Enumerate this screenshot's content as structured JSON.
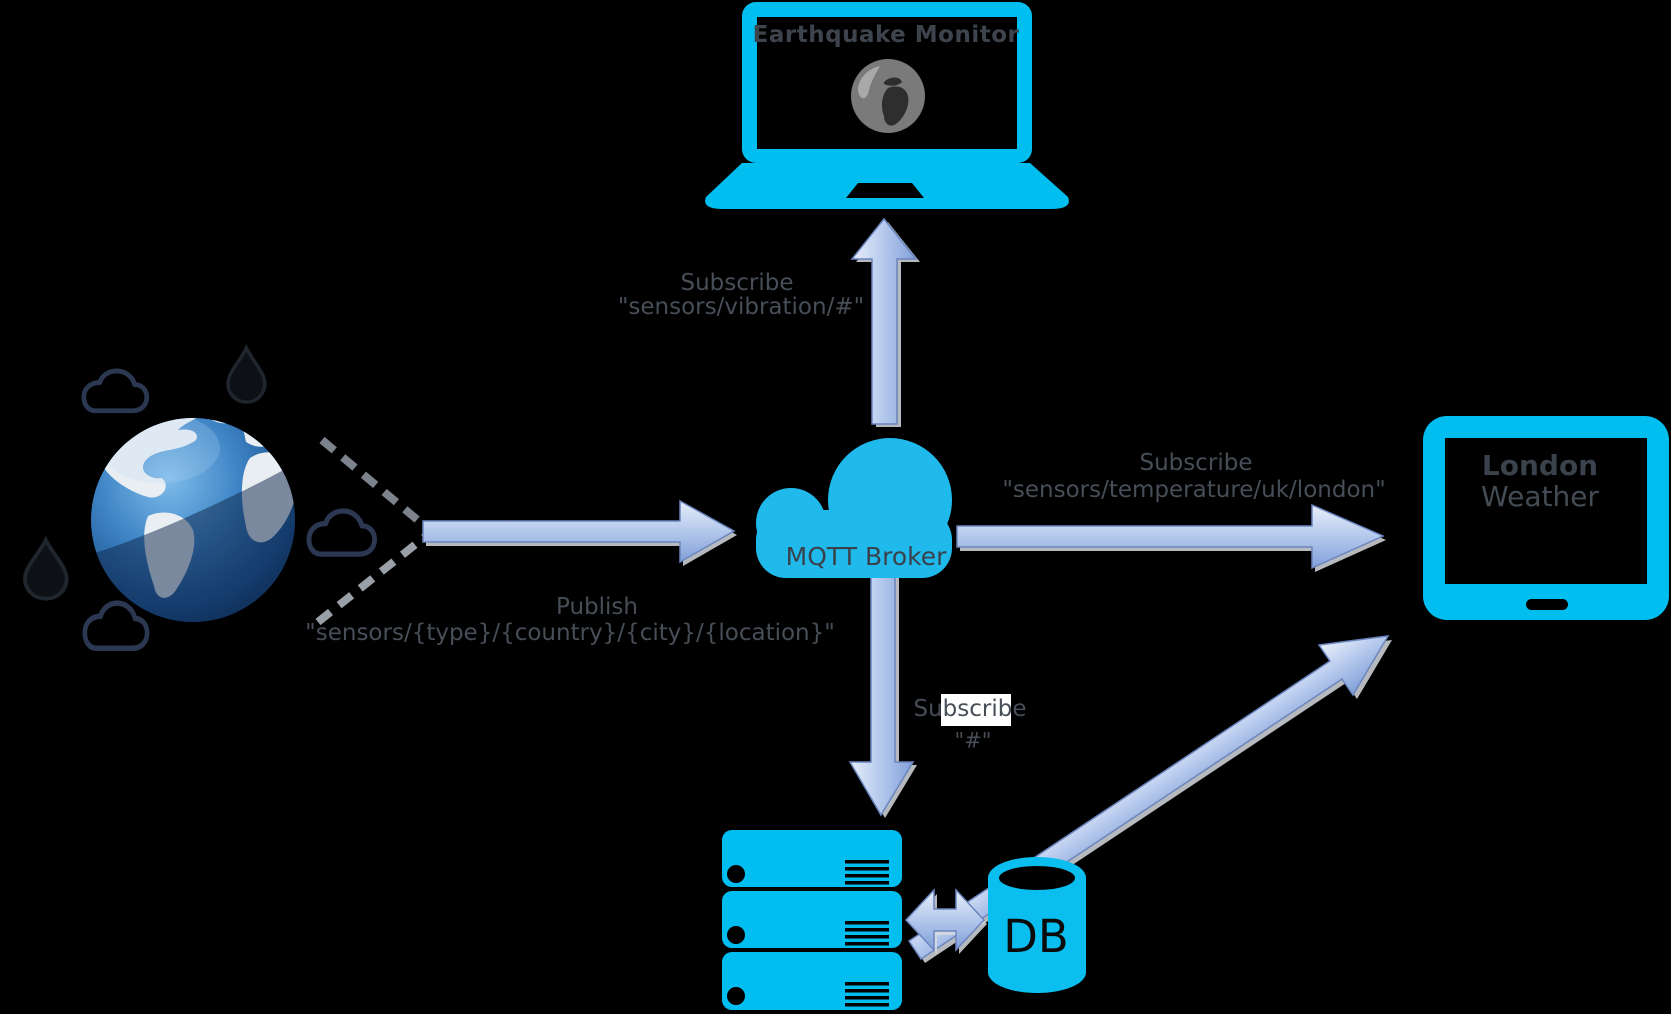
{
  "diagram": {
    "title_hint": "MQTT publish/subscribe architecture diagram",
    "laptop": {
      "title": "Earthquake Monitor"
    },
    "broker": {
      "label": "MQTT Broker"
    },
    "tablet": {
      "title": "London",
      "subtitle": "Weather"
    },
    "database": {
      "label": "DB"
    },
    "servers": {
      "count": 3
    },
    "flows": {
      "subscribe_top": {
        "action": "Subscribe",
        "topic": "\"sensors/vibration/#\""
      },
      "subscribe_right": {
        "action": "Subscribe",
        "topic": "\"sensors/temperature/uk/london\""
      },
      "subscribe_down": {
        "action": "Subscribe",
        "topic": "\"#\""
      },
      "publish": {
        "action": "Publish",
        "topic": "\"sensors/{type}/{country}/{city}/{location}\""
      }
    },
    "icons": {
      "earth": "earth-globe",
      "laptop_screen": "globe-icon",
      "around_earth": [
        "cloud-icon",
        "drop-icon"
      ],
      "storage": [
        "server-icon",
        "database-cylinder-icon"
      ]
    },
    "colors": {
      "background": "#000000",
      "device_cyan": "#00BEF0",
      "cloud_cyan": "#1FB9EC",
      "arrow_light": "#EAF0FB",
      "arrow_dark": "#7E9DD7",
      "label_gray": "#474E58"
    }
  }
}
